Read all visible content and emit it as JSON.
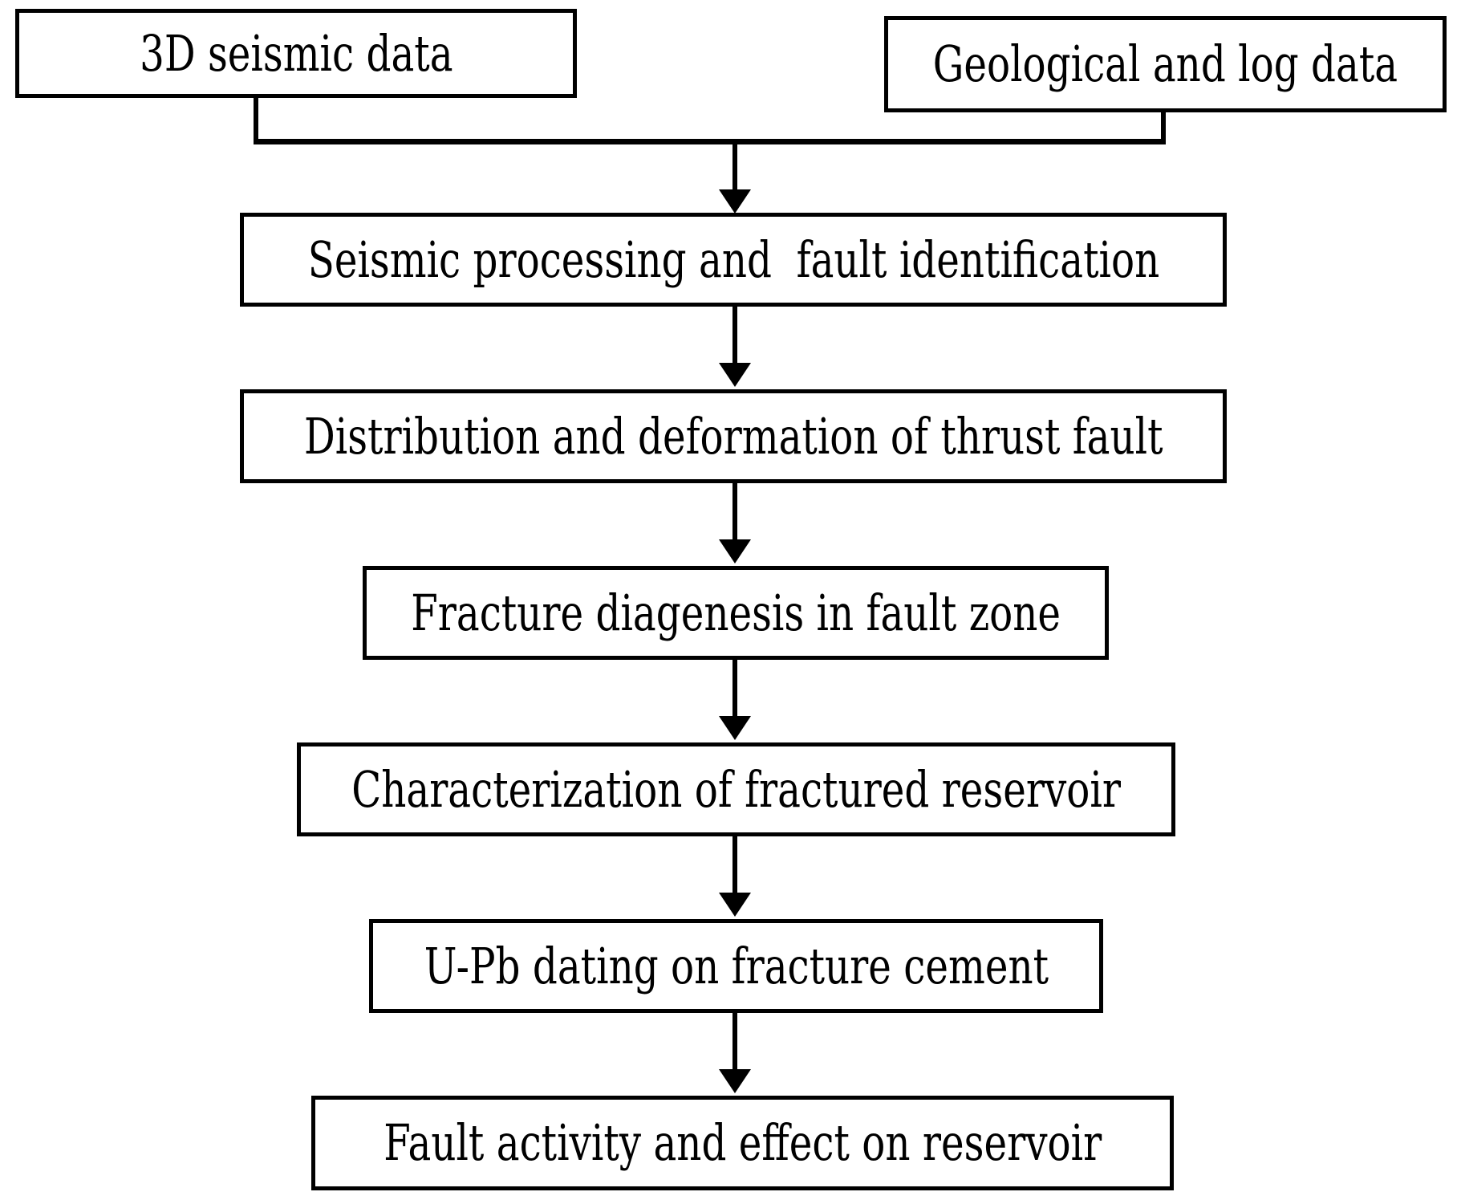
{
  "diagram": {
    "title": "Research workflow flowchart",
    "type": "flowchart",
    "background_color": "#ffffff",
    "line_color": "#000000",
    "text_color": "#000000",
    "nodes": [
      {
        "id": "source-seismic",
        "label": "3D seismic data"
      },
      {
        "id": "source-geology",
        "label": "Geological and log data"
      },
      {
        "id": "seismic-proc",
        "label": "Seismic processing and  fault identification"
      },
      {
        "id": "fault-dist",
        "label": "Distribution and deformation of thrust fault"
      },
      {
        "id": "fracture-diag",
        "label": "Fracture diagenesis in fault zone"
      },
      {
        "id": "reservoir-char",
        "label": "Characterization of fractured reservoir"
      },
      {
        "id": "upb-dating",
        "label": "U-Pb dating on fracture cement"
      },
      {
        "id": "fault-activity",
        "label": "Fault activity and effect on reservoir"
      }
    ],
    "edges": [
      {
        "from": "source-seismic",
        "to": "seismic-proc",
        "style": "merge-arrow"
      },
      {
        "from": "source-geology",
        "to": "seismic-proc",
        "style": "merge-arrow"
      },
      {
        "from": "seismic-proc",
        "to": "fault-dist",
        "style": "arrow"
      },
      {
        "from": "fault-dist",
        "to": "fracture-diag",
        "style": "arrow"
      },
      {
        "from": "fracture-diag",
        "to": "reservoir-char",
        "style": "arrow"
      },
      {
        "from": "reservoir-char",
        "to": "upb-dating",
        "style": "arrow"
      },
      {
        "from": "upb-dating",
        "to": "fault-activity",
        "style": "arrow"
      }
    ]
  }
}
